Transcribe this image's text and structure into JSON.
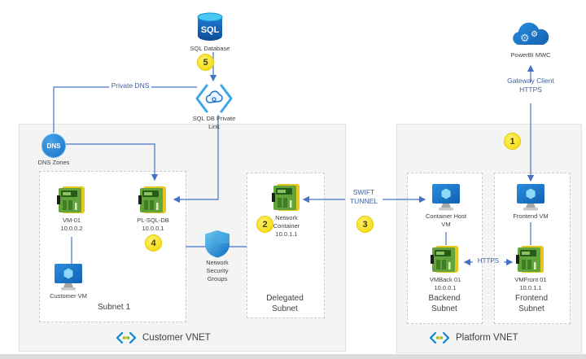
{
  "nodes": {
    "sql_database": {
      "icon_text": "SQL",
      "label": "SQL Database"
    },
    "sql_private_link": {
      "label_line1": "SQL DB Private",
      "label_line2": "Link"
    },
    "dns_zones": {
      "icon_text": "DNS",
      "label": "DNS Zones"
    },
    "powerbi": {
      "label": "PowerBI MWC"
    },
    "vm01": {
      "name": "VM-01",
      "ip": "10.0.0.2"
    },
    "pl_sql_db": {
      "name": "PL-SQL-DB",
      "ip": "10.0.0.1"
    },
    "customer_vm": {
      "label": "Customer VM"
    },
    "nsg": {
      "label_line1": "Network",
      "label_line2": "Security",
      "label_line3": "Groups"
    },
    "network_container": {
      "name_line1": "Network",
      "name_line2": "Container",
      "ip": "10.0.1.1"
    },
    "container_host": {
      "label_line1": "Container Host",
      "label_line2": "VM"
    },
    "frontend_vm": {
      "label": "Frontend VM"
    },
    "vmback": {
      "name": "VMBack 01",
      "ip": "10.0.0.1"
    },
    "vmfront": {
      "name": "VMFront 01",
      "ip": "10.0.1.1"
    }
  },
  "groups": {
    "subnet1": {
      "label": "Subnet 1"
    },
    "delegated_subnet": {
      "label_line1": "Delegated",
      "label_line2": "Subnet"
    },
    "backend_subnet": {
      "label_line1": "Backend",
      "label_line2": "Subnet"
    },
    "frontend_subnet": {
      "label_line1": "Frontend",
      "label_line2": "Subnet"
    },
    "customer_vnet": {
      "label": "Customer VNET"
    },
    "platform_vnet": {
      "label": "Platform VNET"
    }
  },
  "connectors": {
    "private_dns": {
      "label": "Private DNS"
    },
    "gateway_client": {
      "label_line1": "Gateway Client",
      "label_line2": "HTTPS"
    },
    "swift_tunnel": {
      "label_line1": "SWIFT",
      "label_line2": "TUNNEL"
    },
    "https": {
      "label": "HTTPS"
    }
  },
  "badges": {
    "b1": "1",
    "b2": "2",
    "b3": "3",
    "b4": "4",
    "b5": "5"
  },
  "colors": {
    "connector_line": "#4472c4",
    "connector_label": "#44619c",
    "badge_bg": "#f2d900",
    "node_label": "#404040",
    "nic_green": "#63a33c",
    "nic_yellow": "#e6c51d",
    "vm_blue": "#1e7ad4"
  }
}
